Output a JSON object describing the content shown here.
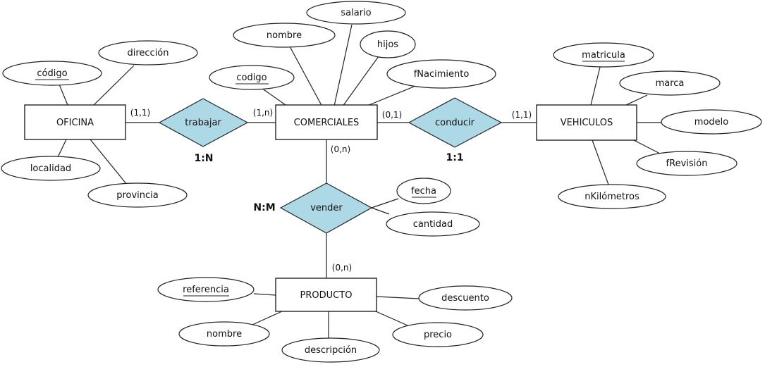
{
  "entities": {
    "oficina": "OFICINA",
    "comerciales": "COMERCIALES",
    "vehiculos": "VEHICULOS",
    "producto": "PRODUCTO"
  },
  "relationships": {
    "trabajar": "trabajar",
    "conducir": "conducir",
    "vender": "vender"
  },
  "ratios": {
    "trabajar": "1:N",
    "conducir": "1:1",
    "vender": "N:M"
  },
  "cardinalities": {
    "oficina_trabajar": "(1,1)",
    "comerciales_trabajar": "(1,n)",
    "comerciales_conducir": "(0,1)",
    "vehiculos_conducir": "(1,1)",
    "comerciales_vender": "(0,n)",
    "producto_vender": "(0,n)"
  },
  "attributes": {
    "oficina": {
      "codigo": "código",
      "direccion": "dirección",
      "localidad": "localidad",
      "provincia": "provincia"
    },
    "comerciales": {
      "codigo": "codigo",
      "nombre": "nombre",
      "salario": "salario",
      "hijos": "hijos",
      "fnacimiento": "fNacimiento"
    },
    "vehiculos": {
      "matricula": "matricula",
      "marca": "marca",
      "modelo": "modelo",
      "frevision": "fRevisión",
      "nkilometros": "nKilómetros"
    },
    "vender": {
      "fecha": "fecha",
      "cantidad": "cantidad"
    },
    "producto": {
      "referencia": "referencia",
      "nombre": "nombre",
      "descripcion": "descripción",
      "precio": "precio",
      "descuento": "descuento"
    }
  },
  "colors": {
    "relationship_fill": "#add8e6",
    "stroke": "#222222",
    "background": "#ffffff"
  }
}
